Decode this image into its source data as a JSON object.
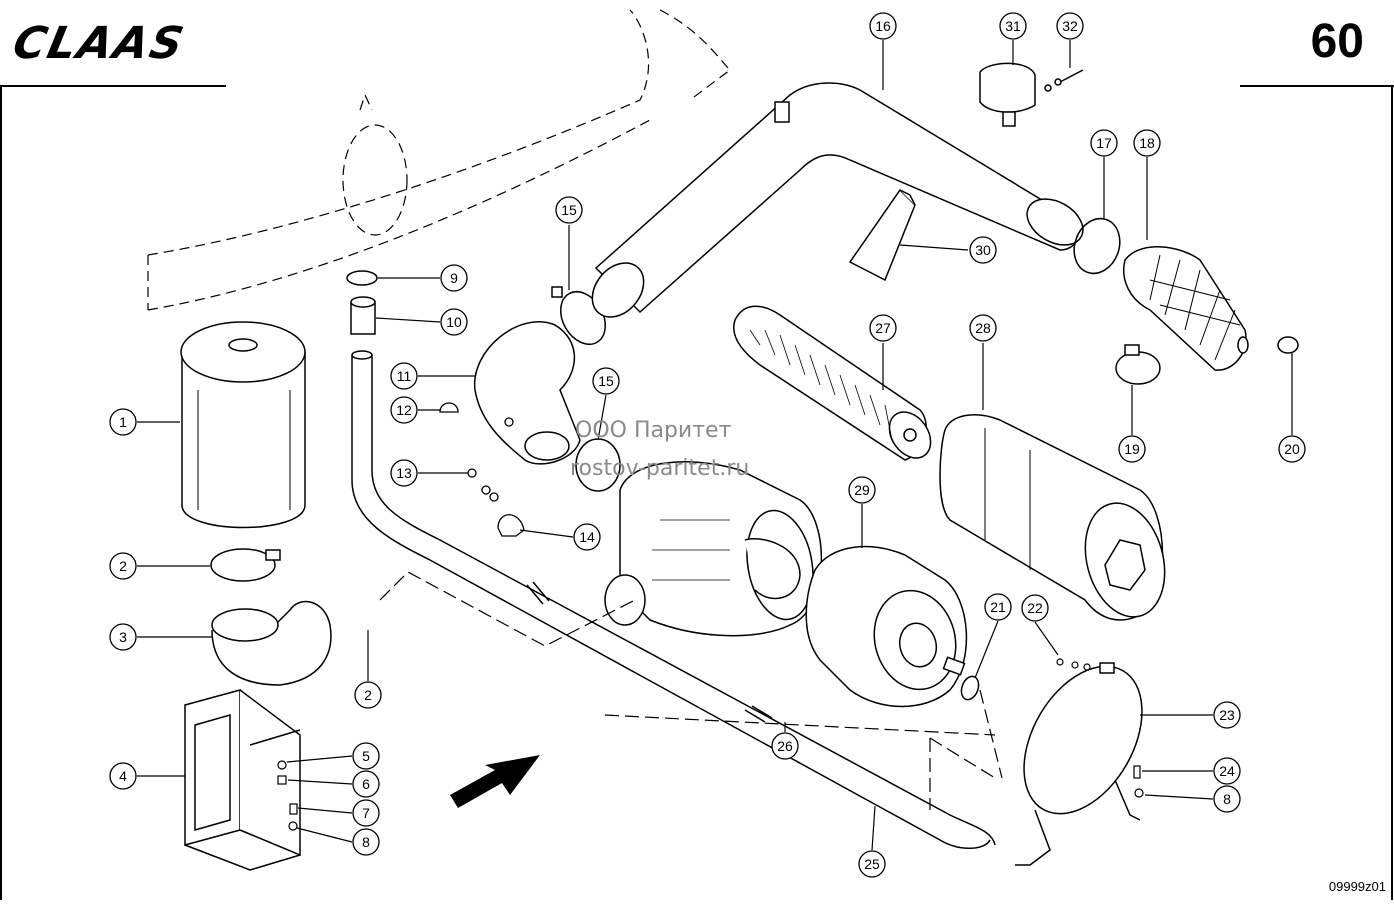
{
  "header": {
    "logo": "CLAAS",
    "page_number": "60"
  },
  "footer": {
    "drawing_code": "09999z01"
  },
  "watermark": {
    "line1": "ООО Паритет",
    "line2": "rostov-paritet.ru"
  },
  "callouts": [
    {
      "id": "c1",
      "label": "1"
    },
    {
      "id": "c2a",
      "label": "2"
    },
    {
      "id": "c2b",
      "label": "2"
    },
    {
      "id": "c3",
      "label": "3"
    },
    {
      "id": "c4",
      "label": "4"
    },
    {
      "id": "c5",
      "label": "5"
    },
    {
      "id": "c6",
      "label": "6"
    },
    {
      "id": "c7",
      "label": "7"
    },
    {
      "id": "c8a",
      "label": "8"
    },
    {
      "id": "c8b",
      "label": "8"
    },
    {
      "id": "c9",
      "label": "9"
    },
    {
      "id": "c10",
      "label": "10"
    },
    {
      "id": "c11",
      "label": "11"
    },
    {
      "id": "c12",
      "label": "12"
    },
    {
      "id": "c13",
      "label": "13"
    },
    {
      "id": "c14",
      "label": "14"
    },
    {
      "id": "c15a",
      "label": "15"
    },
    {
      "id": "c15b",
      "label": "15"
    },
    {
      "id": "c16",
      "label": "16"
    },
    {
      "id": "c17",
      "label": "17"
    },
    {
      "id": "c18",
      "label": "18"
    },
    {
      "id": "c19",
      "label": "19"
    },
    {
      "id": "c20",
      "label": "20"
    },
    {
      "id": "c21",
      "label": "21"
    },
    {
      "id": "c22",
      "label": "22"
    },
    {
      "id": "c23",
      "label": "23"
    },
    {
      "id": "c24",
      "label": "24"
    },
    {
      "id": "c25",
      "label": "25"
    },
    {
      "id": "c26",
      "label": "26"
    },
    {
      "id": "c27",
      "label": "27"
    },
    {
      "id": "c28",
      "label": "28"
    },
    {
      "id": "c29",
      "label": "29"
    },
    {
      "id": "c30",
      "label": "30"
    },
    {
      "id": "c31",
      "label": "31"
    },
    {
      "id": "c32",
      "label": "32"
    }
  ]
}
